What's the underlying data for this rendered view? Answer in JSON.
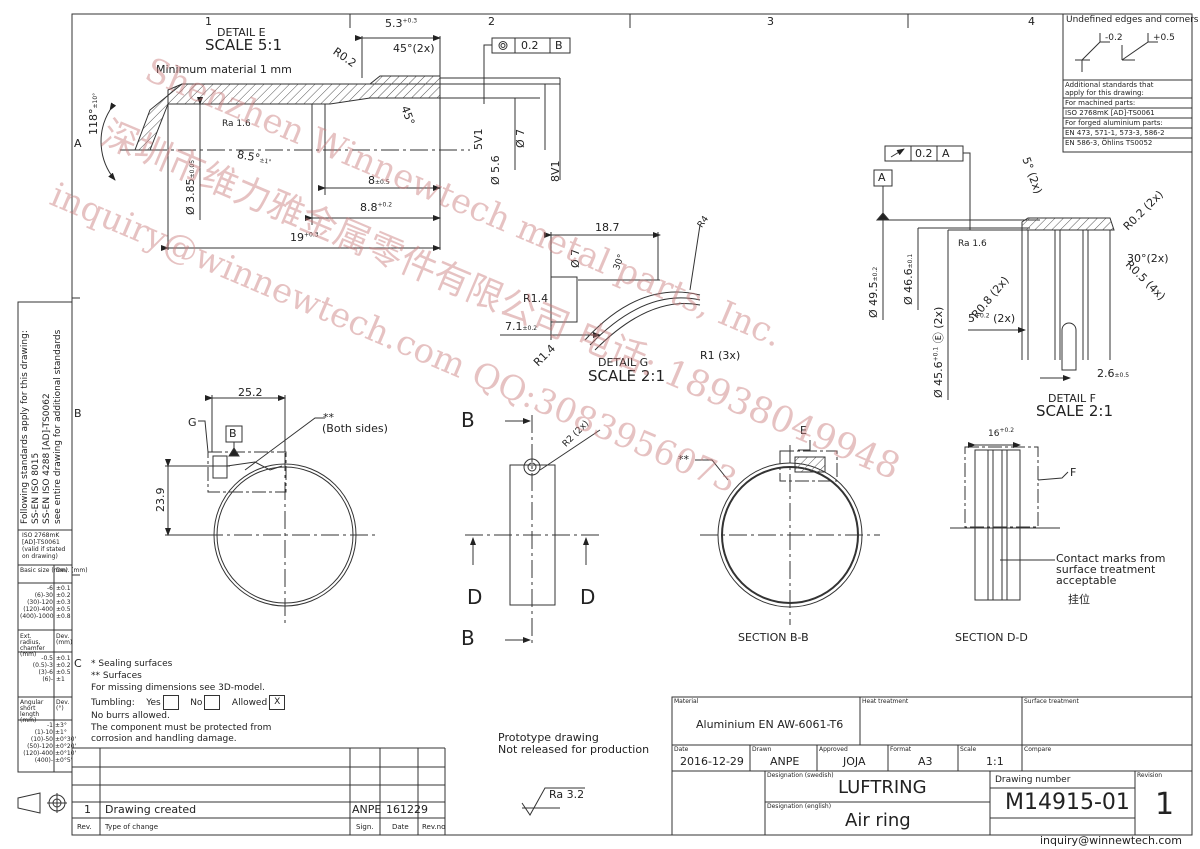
{
  "zones": {
    "columns": [
      "1",
      "2",
      "3",
      "4"
    ],
    "rows": [
      "A",
      "B",
      "C"
    ]
  },
  "detail_e": {
    "title": "DETAIL E",
    "scale": "SCALE 5:1",
    "note": "Minimum material 1 mm",
    "dims": {
      "width_top": "5.3",
      "width_top_tol_upper": "+0.3",
      "width_top_tol_lower": "0",
      "angle_top": "45°(2x)",
      "radius": "R0.2",
      "angle_left": "118°",
      "angle_left_tol": "±10°",
      "roughness": "Ra 1.6",
      "roughness_mark": "*",
      "angle_inner": "8.5°",
      "angle_inner_tol": "±1°",
      "angle_right": "45°",
      "dia_inner": "Ø 3.85",
      "dia_inner_tol": "±0.05",
      "len_8": "8",
      "len_8_tol": "±0.5",
      "len_88": "8.8",
      "len_88_tol_upper": "+0.2",
      "len_88_tol_lower": "0",
      "len_19": "19",
      "len_19_tol_upper": "+0.3",
      "len_19_tol_lower": "0",
      "v1": "5V1",
      "v2": "8V1",
      "dia_56": "Ø 5.6",
      "dia_7": "Ø 7"
    },
    "gdt": {
      "symbol": "concentricity",
      "value": "0.2",
      "datum": "B"
    }
  },
  "detail_g": {
    "title": "DETAIL G",
    "scale": "SCALE 2:1",
    "dims": {
      "len": "18.7",
      "dia": "Ø 7",
      "angle": "30°",
      "r4": "R4",
      "r14a": "R1.4",
      "r14b": "R1.4",
      "r1": "R1 (3x)",
      "len_71": "7.1",
      "len_71_tol": "±0.2"
    }
  },
  "detail_f": {
    "title": "DETAIL F",
    "scale": "SCALE 2:1",
    "gdt": {
      "symbol": "runout",
      "value": "0.2",
      "datum": "A"
    },
    "datum": "A",
    "dims": {
      "angle5": "5° (2x)",
      "r02": "R0.2 (2x)",
      "angle30": "30°(2x)",
      "r05": "R0.5 (4x)",
      "r08": "R0.8 (2x)",
      "roughness": "Ra 1.6",
      "dia495": "Ø 49.5",
      "dia495_tol": "±0.2",
      "dia466": "Ø 46.6",
      "dia466_tol": "±0.1",
      "dia456": "Ø 45.6",
      "dia456_tol_upper": "+0.1",
      "dia456_tol_lower": "+0.02",
      "dia456_suffix": "Ⓔ (2x)",
      "slot": "5",
      "slot_tol_upper": "+0.2",
      "slot_tol_lower": "0",
      "slot_mult": "(2x)",
      "len26": "2.6",
      "len26_tol": "±0.5"
    }
  },
  "front_view": {
    "dims": {
      "width": "25.2",
      "height": "23.9"
    },
    "labels": {
      "g": "G",
      "datum": "B",
      "surfaces": "**",
      "both_sides": "(Both sides)"
    }
  },
  "side_view": {
    "labels": {
      "b_top": "B",
      "b_bottom": "B",
      "d_left": "D",
      "d_right": "D",
      "radius": "R2 (2x)"
    }
  },
  "section_bb": {
    "title": "SECTION B-B",
    "label_e": "E",
    "surfaces": "**"
  },
  "section_dd": {
    "title": "SECTION D-D",
    "width": "16",
    "width_tol_upper": "+0.2",
    "width_tol_lower": "0",
    "label_f": "F",
    "note_lines": [
      "Contact marks from",
      "surface treatment",
      "acceptable"
    ],
    "note_cn": "挂位"
  },
  "edges_box": {
    "title": "Undefined edges and corners",
    "val1": "-0.2",
    "val2": "+0.5",
    "lines": [
      "Additional standards that",
      "apply for this drawing:",
      "For machined parts:",
      "ISO 2768mK [AD]-TS0061",
      "For forged aluminium parts:",
      "EN 473, 571-1, 573-3, 586-2",
      "EN 586-3, Öhlins TS0052"
    ]
  },
  "left_panel": {
    "standards_lines": [
      "Following standards apply for this drawing:",
      "SS-EN ISO 8015",
      "SS-EN ISO 4288 [AD]-TS0062",
      "see entire drawing for additional standards"
    ],
    "tol_header": [
      "ISO 2768mK",
      "[AD]-TS0061",
      "(valid if stated",
      "on drawing)"
    ],
    "basic_size": {
      "header": [
        "Basic size (mm)",
        "Dev. (mm)"
      ],
      "rows": [
        [
          "-6",
          "±0.1"
        ],
        [
          "(6)-30",
          "±0.2"
        ],
        [
          "(30)-120",
          "±0.3"
        ],
        [
          "(120)-400",
          "±0.5"
        ],
        [
          "(400)-1000",
          "±0.8"
        ]
      ]
    },
    "ext_radius": {
      "header": [
        "Ext. radius, chamfer (mm)",
        "Dev. (mm)"
      ],
      "rows": [
        [
          "-0.5",
          "±0.1"
        ],
        [
          "(0.5)-3",
          "±0.2"
        ],
        [
          "(3)-6",
          "±0.5"
        ],
        [
          "(6)-",
          "±1"
        ]
      ]
    },
    "angular": {
      "header": [
        "Angular short length (mm)",
        "Dev. (°)"
      ],
      "rows": [
        [
          "-1",
          "±3°"
        ],
        [
          "(1)-10",
          "±1°"
        ],
        [
          "(10)-50",
          "±0°30'"
        ],
        [
          "(50)-120",
          "±0°20'"
        ],
        [
          "(120)-400",
          "±0°10'"
        ],
        [
          "(400)-",
          "±0°5'"
        ]
      ]
    }
  },
  "notes": {
    "line1": "*   Sealing surfaces",
    "line2": "**  Surfaces",
    "line3": "For missing dimensions see 3D-model.",
    "tumbling_label": "Tumbling:",
    "yes": "Yes",
    "no": "No",
    "allowed": "Allowed",
    "allowed_mark": "X",
    "line5": "No burrs allowed.",
    "line6": "The component must be protected from",
    "line7": "corrosion and handling damage."
  },
  "prototype": {
    "line1": "Prototype drawing",
    "line2": "Not released for production"
  },
  "roughness_general": "Ra 3.2",
  "revision_table": {
    "headers": [
      "Rev.",
      "Type of change",
      "Sign.",
      "Date",
      "Rev.no"
    ],
    "rows": [
      {
        "rev": "1",
        "change": "Drawing created",
        "sign": "ANPE",
        "date": "161229",
        "revno": ""
      }
    ]
  },
  "title_block": {
    "material_label": "Material",
    "material": "Aluminium EN AW-6061-T6",
    "heat_label": "Heat treatment",
    "heat": "",
    "surface_label": "Surface treatment",
    "surface": "",
    "date_label": "Date",
    "date": "2016-12-29",
    "drawn_label": "Drawn",
    "drawn": "ANPE",
    "approved_label": "Approved",
    "approved": "JOJA",
    "format_label": "Format",
    "format": "A3",
    "scale_label": "Scale",
    "scale": "1:1",
    "compare_label": "Compare",
    "compare": "",
    "desig_sv_label": "Designation (swedish)",
    "desig_sv": "LUFTRING",
    "desig_en_label": "Designation (english)",
    "desig_en": "Air ring",
    "drawing_no_label": "Drawing number",
    "drawing_no": "M14915-01",
    "revision_label": "Revision",
    "revision": "1"
  },
  "watermark": {
    "line1": "Shenzhen Winnewtech metal parts, Inc.",
    "line2": "深圳市维力雅金属零件有限公司  电话: 18938049948",
    "line3": "inquiry@winnewtech.com  QQ:3083956073",
    "footer_email": "inquiry@winnewtech.com"
  }
}
